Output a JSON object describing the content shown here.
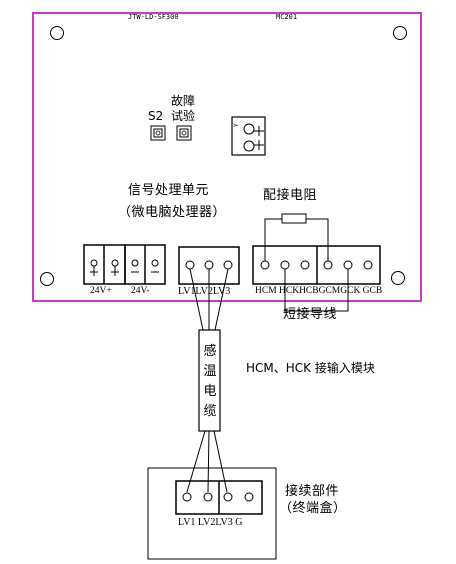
{
  "colors": {
    "board_border": "#c83cc8",
    "line": "#000000"
  },
  "board": {
    "model_left": "JTW-LD-SF300",
    "model_right": "MC201"
  },
  "buttons": {
    "s2_label": "S2",
    "fault_label_top": "故障",
    "fault_label_bottom": "试验"
  },
  "processor": {
    "line1": "信号处理单元",
    "line2": "（微电脑处理器）"
  },
  "resistor": {
    "label": "配接电阻"
  },
  "short_wire": {
    "label": "短接导线"
  },
  "power_terminals": {
    "plus_label": "24V+",
    "minus_label": "24V-"
  },
  "lv_terminals": {
    "label": "LV1LV2LV3"
  },
  "h_terminals": {
    "label": "HCM HCKHCBGCMGCK GCB"
  },
  "cable": {
    "label": "感温电缆"
  },
  "module_note": "HCM、HCK 接输入模块",
  "junction_box": {
    "label_line1": "接续部件",
    "label_line2": "（终端盒）",
    "terminal_label": "LV1 LV2LV3  G"
  }
}
